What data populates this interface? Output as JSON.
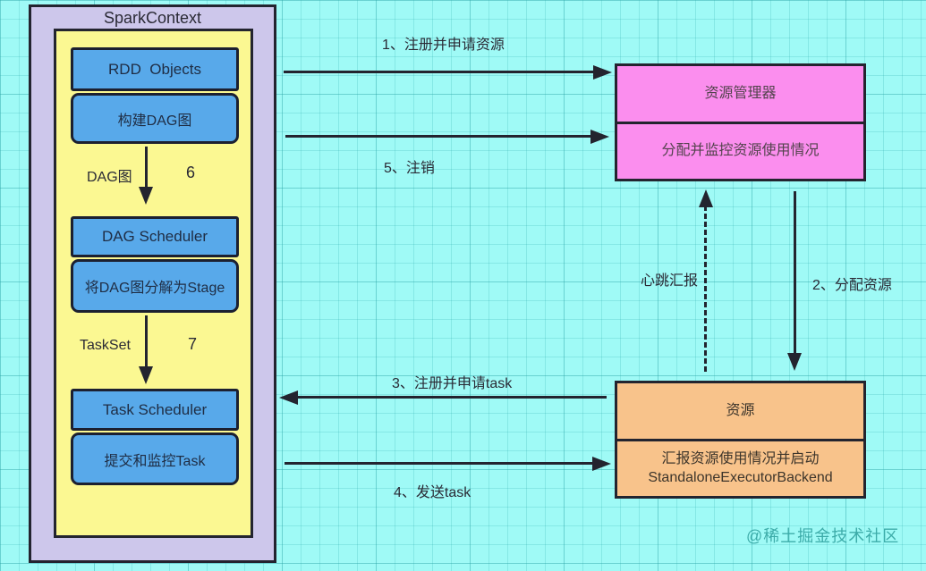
{
  "colors": {
    "background": "#9ffaf6",
    "grid_line": "#5fc8c8",
    "outline": "#23242f",
    "spark_context_fill": "#cdc7eb",
    "inner_panel_fill": "#fbf892",
    "component_fill": "#58a9ea",
    "resource_manager_fill": "#fb8eee",
    "resource_fill": "#f8c38b",
    "watermark_color": "#249996"
  },
  "spark_context": {
    "title": "SparkContext",
    "rdd_objects": {
      "title": "RDD  Objects",
      "subtitle": "构建DAG图"
    },
    "dag_edge": {
      "label": "DAG图",
      "step": "6"
    },
    "dag_scheduler": {
      "title": "DAG Scheduler",
      "subtitle": "将DAG图分解为Stage"
    },
    "taskset_edge": {
      "label": "TaskSet",
      "step": "7"
    },
    "task_scheduler": {
      "title": "Task Scheduler",
      "subtitle": "提交和监控Task"
    }
  },
  "resource_manager": {
    "title": "资源管理器",
    "subtitle": "分配并监控资源使用情况"
  },
  "resource_node": {
    "title": "资源",
    "subtitle_line1": "汇报资源使用情况并启动",
    "subtitle_line2": "StandaloneExecutorBackend"
  },
  "edges": {
    "register_and_request_resources": "1、注册并申请资源",
    "deregister": "5、注销",
    "allocate_resources": "2、分配资源",
    "heartbeat_report": "心跳汇报",
    "register_and_request_task": "3、注册并申请task",
    "send_task": "4、发送task"
  },
  "watermark": "@稀土掘金技术社区"
}
